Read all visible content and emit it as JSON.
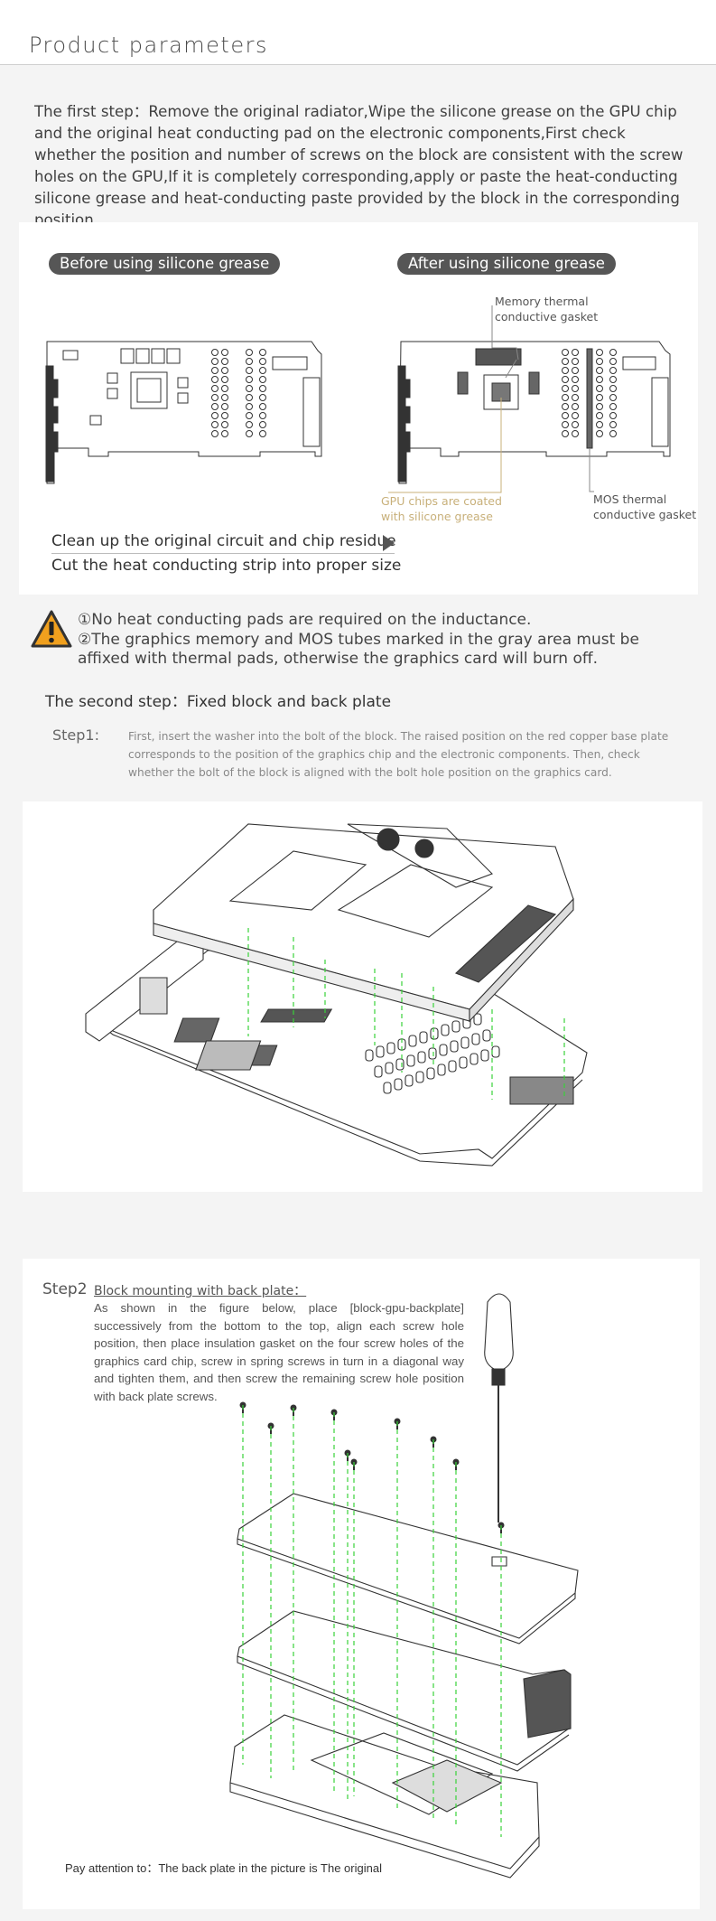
{
  "header": {
    "title": "Product parameters"
  },
  "step1": {
    "text": "The first step：Remove the original radiator,Wipe the silicone grease on the GPU chip and the original heat conducting pad on the electronic components,First check whether the position and number of screws on the block are consistent with the screw holes on the GPU,If it is completely corresponding,apply or paste the heat-conducting silicone grease and heat-conducting paste provided by the block in the corresponding position.",
    "before_label": "Before using silicone grease",
    "after_label": "After using silicone grease",
    "memory_label": "Memory thermal conductive gasket",
    "gpu_label": "GPU chips are coated with silicone grease",
    "mos_label": "MOS thermal conductive gasket",
    "clean_label": "Clean up the original circuit and chip residue",
    "cut_label": "Cut the heat conducting strip into proper size"
  },
  "warning": {
    "item1": "①No heat conducting pads are required on the inductance.",
    "item2": "②The graphics memory and MOS tubes marked in the gray area must be affixed with thermal pads, otherwise the graphics card will burn off."
  },
  "step2": {
    "heading": "The second step：Fixed block and back plate",
    "sub1_label": "Step1:",
    "sub1_text": "First, insert the washer into the bolt of the block. The raised position on the red copper base plate corresponds to the position of the graphics chip and the electronic components. Then, check whether the bolt of the block is aligned with the bolt hole position on the graphics card.",
    "sub2_label": "Step2",
    "sub2_title": "Block mounting with back plate：",
    "sub2_text": "As shown in the figure below, place [block-gpu-backplate] successively from the bottom to the top, align each screw hole position, then place insulation gasket on the four screw holes of the graphics card chip, screw in spring screws in turn in a diagonal way and tighten them, and then screw the remaining screw hole position with back plate screws.",
    "note": "Pay attention to：The back plate in the picture is The original"
  },
  "colors": {
    "pill_bg": "#565656",
    "gpu_label": "#c8b07a",
    "dashed_guides": "#39d339",
    "warning": "#f0a01e"
  }
}
